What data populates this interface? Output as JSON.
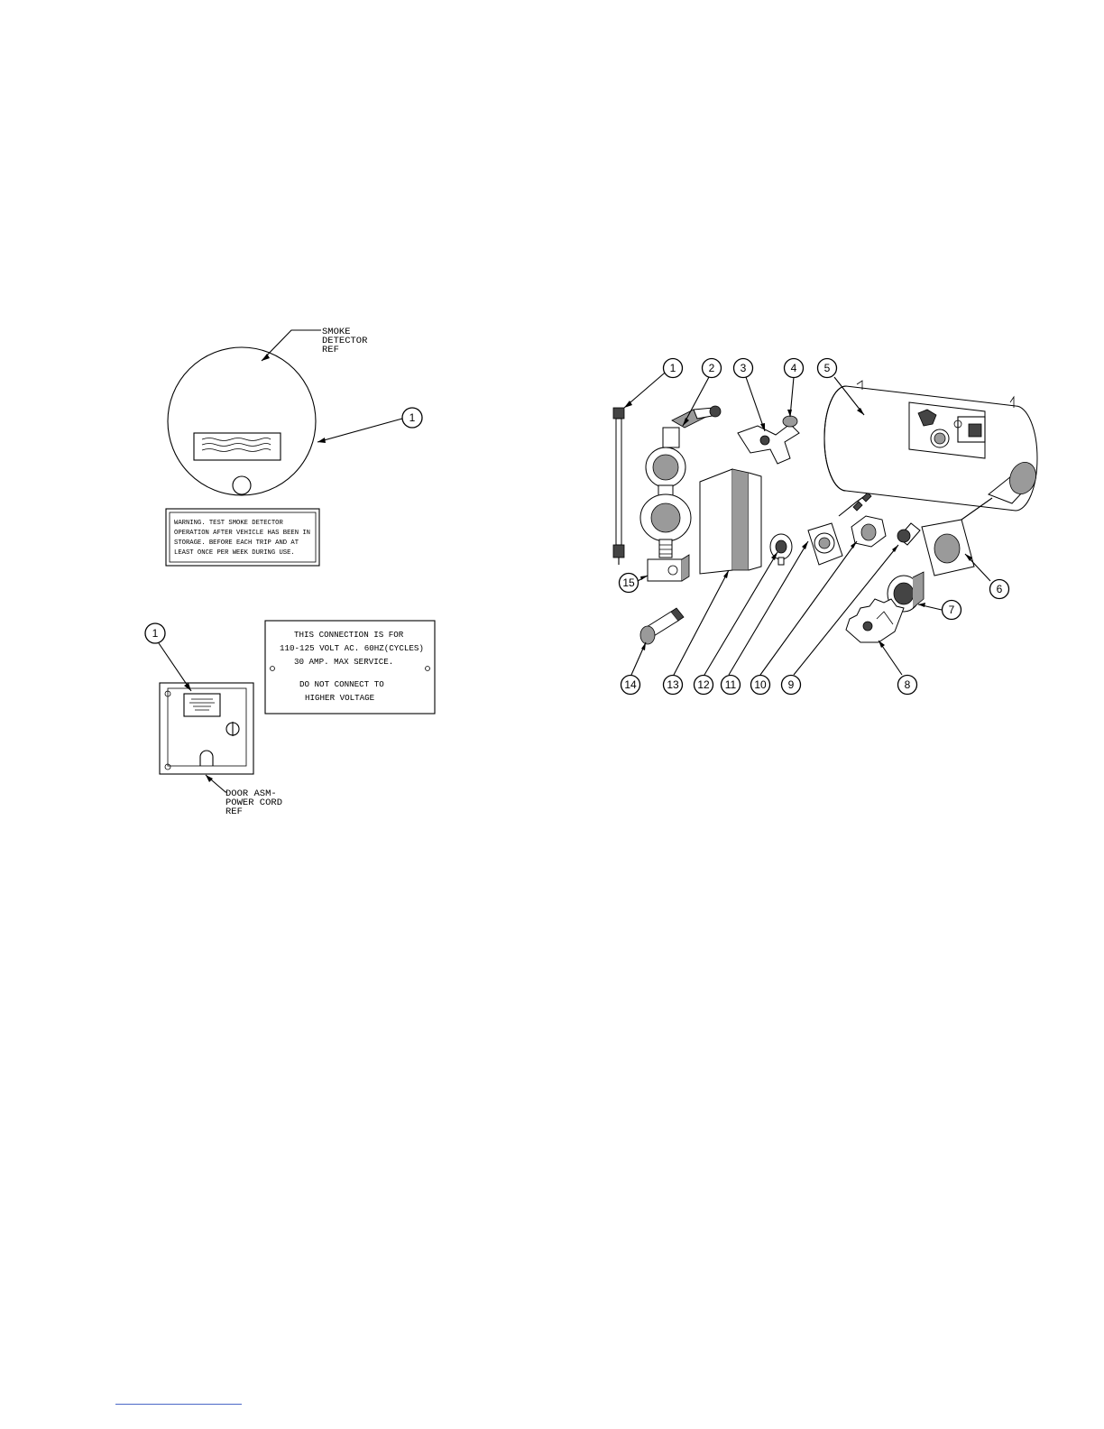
{
  "left_figure": {
    "smoke_detector_ref": [
      "SMOKE",
      "DETECTOR",
      "REF"
    ],
    "callout": "1",
    "warning_plate": [
      "WARNING.    TEST SMOKE DETECTOR",
      "OPERATION AFTER VEHICLE HAS BEEN IN",
      "STORAGE. BEFORE EACH TRIP AND AT",
      "LEAST ONCE PER WEEK DURING USE."
    ],
    "door_callout": "1",
    "connection_plate": [
      "THIS CONNECTION IS FOR",
      "110-125 VOLT AC. 60HZ(CYCLES)",
      "30 AMP. MAX SERVICE.",
      "DO NOT CONNECT TO",
      "HIGHER VOLTAGE"
    ],
    "door_ref": [
      "DOOR ASM-",
      "POWER CORD",
      "REF"
    ]
  },
  "right_figure": {
    "callouts": [
      "1",
      "2",
      "3",
      "4",
      "5",
      "6",
      "7",
      "8",
      "9",
      "10",
      "11",
      "12",
      "13",
      "14",
      "15"
    ]
  }
}
